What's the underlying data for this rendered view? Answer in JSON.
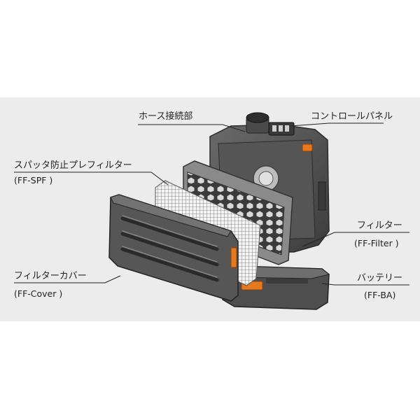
{
  "colors": {
    "background_panel": "#ececec",
    "body_dark": "#4a4a4a",
    "accent": "#e8781e"
  },
  "labels": {
    "hose": {
      "name": "ホース接続部"
    },
    "control": {
      "name": "コントロールパネル"
    },
    "prefilter": {
      "name": "スパッタ防止プレフィルター",
      "code": "(FF-SPF )"
    },
    "filter": {
      "name": "フィルター",
      "code": "(FF-Filter )"
    },
    "battery": {
      "name": "バッテリー",
      "code": "(FF-BA)"
    },
    "cover": {
      "name": "フィルターカバー",
      "code": "(FF-Cover )"
    }
  }
}
